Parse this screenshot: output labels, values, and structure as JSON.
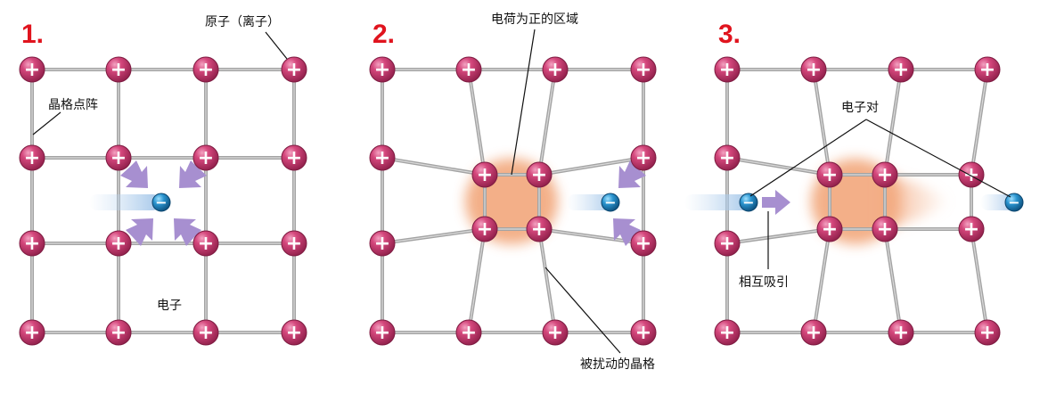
{
  "panels": [
    {
      "number": "1.",
      "labels": {
        "ion": "原子（离子）",
        "lattice_point": "晶格点阵",
        "electron": "电子"
      }
    },
    {
      "number": "2.",
      "labels": {
        "positive_region": "电荷为正的区域",
        "distorted_lattice": "被扰动的晶格"
      }
    },
    {
      "number": "3.",
      "labels": {
        "electron_pair": "电子对",
        "mutual_attraction": "相互吸引"
      }
    }
  ],
  "symbols": {
    "ion": "+",
    "electron": "−"
  },
  "colors": {
    "ion": "#c23b6b",
    "electron": "#1f7fb4",
    "attraction_arrow": "#a78fd0",
    "positive_region": "#f2a77c",
    "bond": "#a3a3a3",
    "panel_number": "#e0141e"
  }
}
